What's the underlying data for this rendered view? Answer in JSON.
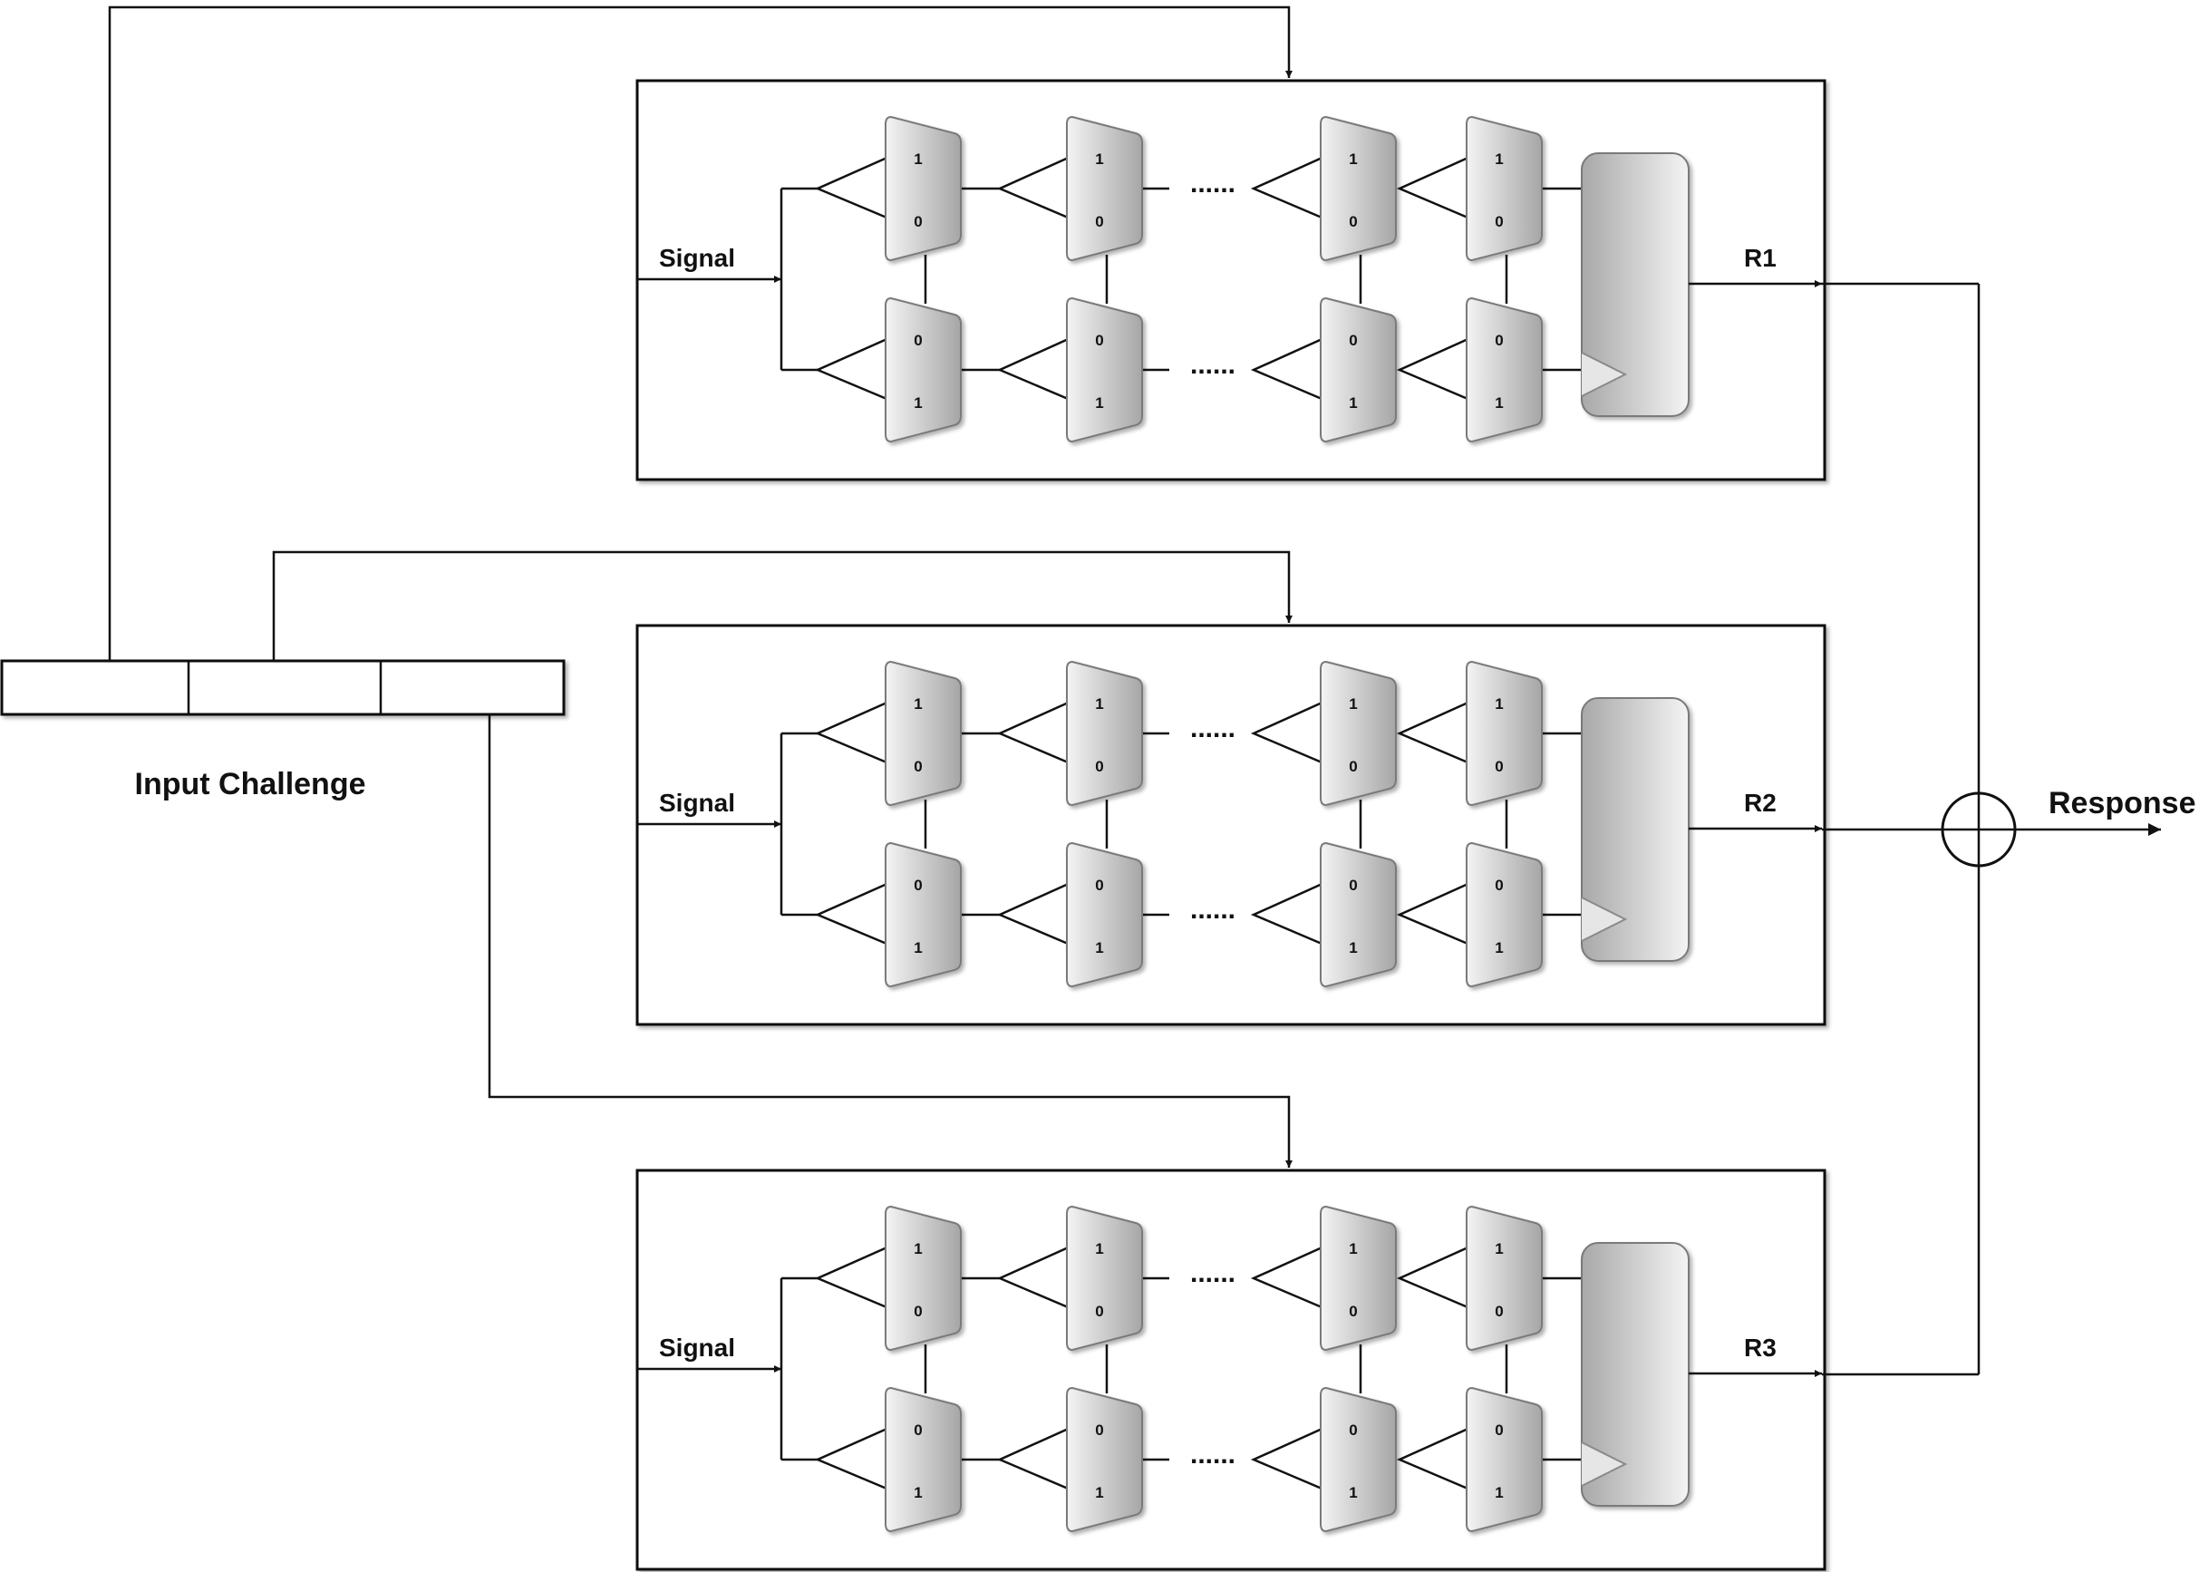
{
  "input": {
    "label": "Input Challenge",
    "segment_count": 3
  },
  "pufs": [
    {
      "signal_label": "Signal",
      "output_label": "R1"
    },
    {
      "signal_label": "Signal",
      "output_label": "R2"
    },
    {
      "signal_label": "Signal",
      "output_label": "R3"
    }
  ],
  "mux": {
    "top_bits": [
      "1",
      "0"
    ],
    "bottom_bits": [
      "0",
      "1"
    ],
    "ellipsis": "......"
  },
  "output": {
    "label": "Response"
  },
  "colors": {
    "line": "#111111",
    "mux_fill_light": "#f2f2f2",
    "mux_fill_dark": "#a8a8a8",
    "mux_stroke": "#7a7a7a"
  }
}
